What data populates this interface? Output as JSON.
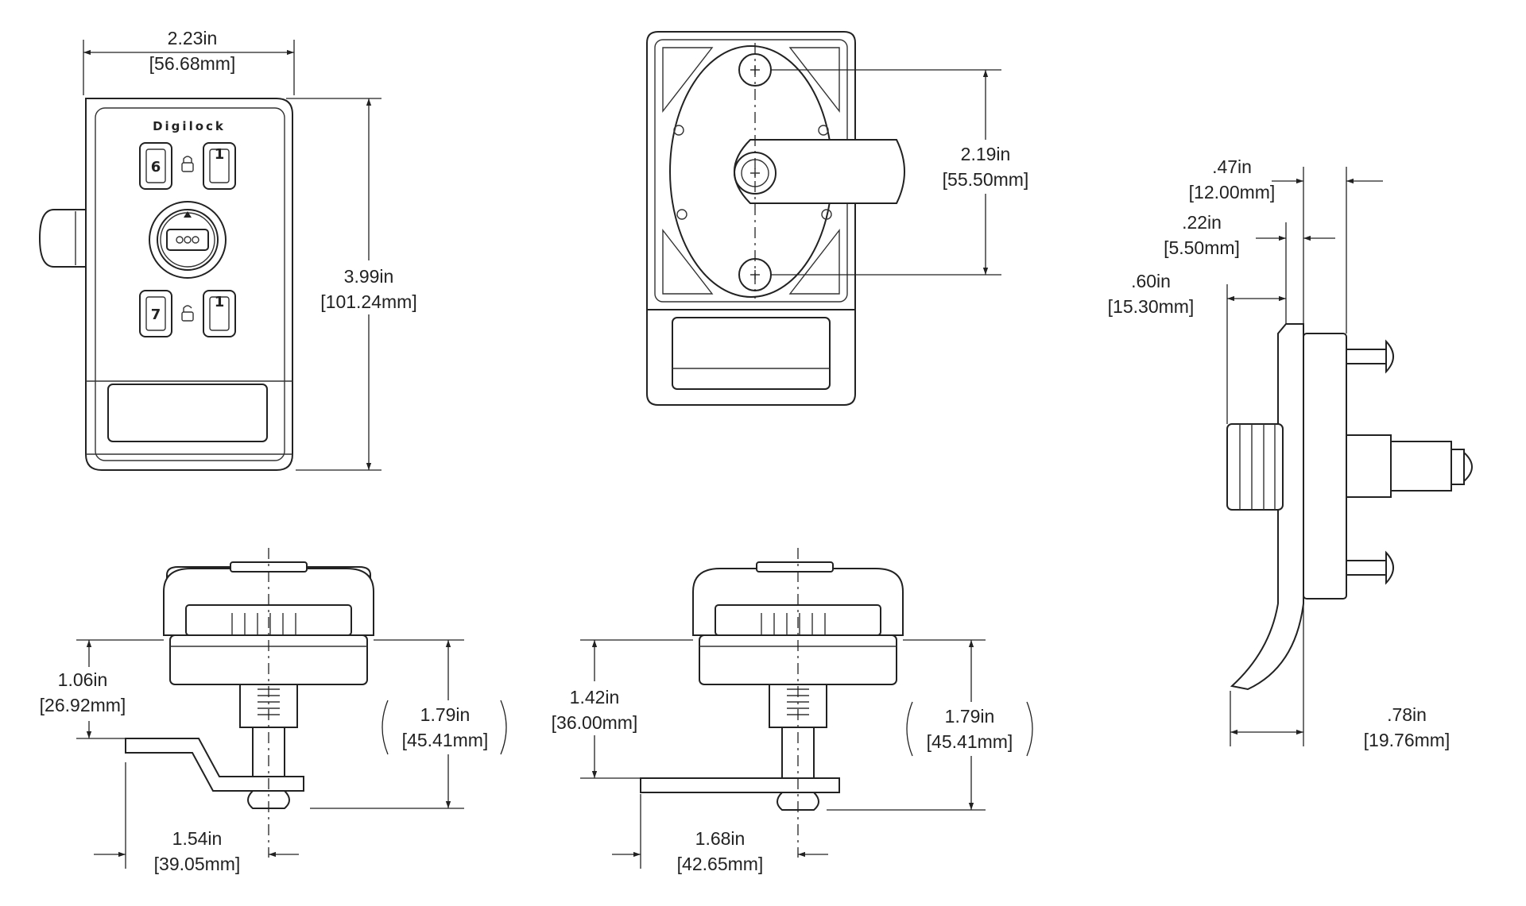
{
  "product": {
    "brand": "Digilock",
    "keypad_top_left_digit": "6",
    "keypad_top_right_digit": "1",
    "keypad_bottom_left_digit": "7",
    "keypad_bottom_right_digit": "1"
  },
  "dimensions": {
    "front_width": {
      "inch": "2.23in",
      "mm": "[56.68mm]"
    },
    "front_height": {
      "inch": "3.99in",
      "mm": "[101.24mm]"
    },
    "rear_screw_spacing": {
      "inch": "2.19in",
      "mm": "[55.50mm]"
    },
    "side_top": {
      "inch": ".47in",
      "mm": "[12.00mm]"
    },
    "side_mid": {
      "inch": ".22in",
      "mm": "[5.50mm]"
    },
    "side_knob": {
      "inch": ".60in",
      "mm": "[15.30mm]"
    },
    "side_bottom": {
      "inch": ".78in",
      "mm": "[19.76mm]"
    },
    "left_cam_offset": {
      "inch": "1.06in",
      "mm": "[26.92mm]"
    },
    "left_total": {
      "inch": "1.79in",
      "mm": "[45.41mm]"
    },
    "left_cam_length": {
      "inch": "1.54in",
      "mm": "[39.05mm]"
    },
    "right_cam_offset": {
      "inch": "1.42in",
      "mm": "[36.00mm]"
    },
    "right_total": {
      "inch": "1.79in",
      "mm": "[45.41mm]"
    },
    "right_cam_length": {
      "inch": "1.68in",
      "mm": "[42.65mm]"
    }
  },
  "icons": [
    "lock-closed-icon",
    "lock-open-icon",
    "phillips-screw-icon",
    "triangle-indicator-icon"
  ]
}
